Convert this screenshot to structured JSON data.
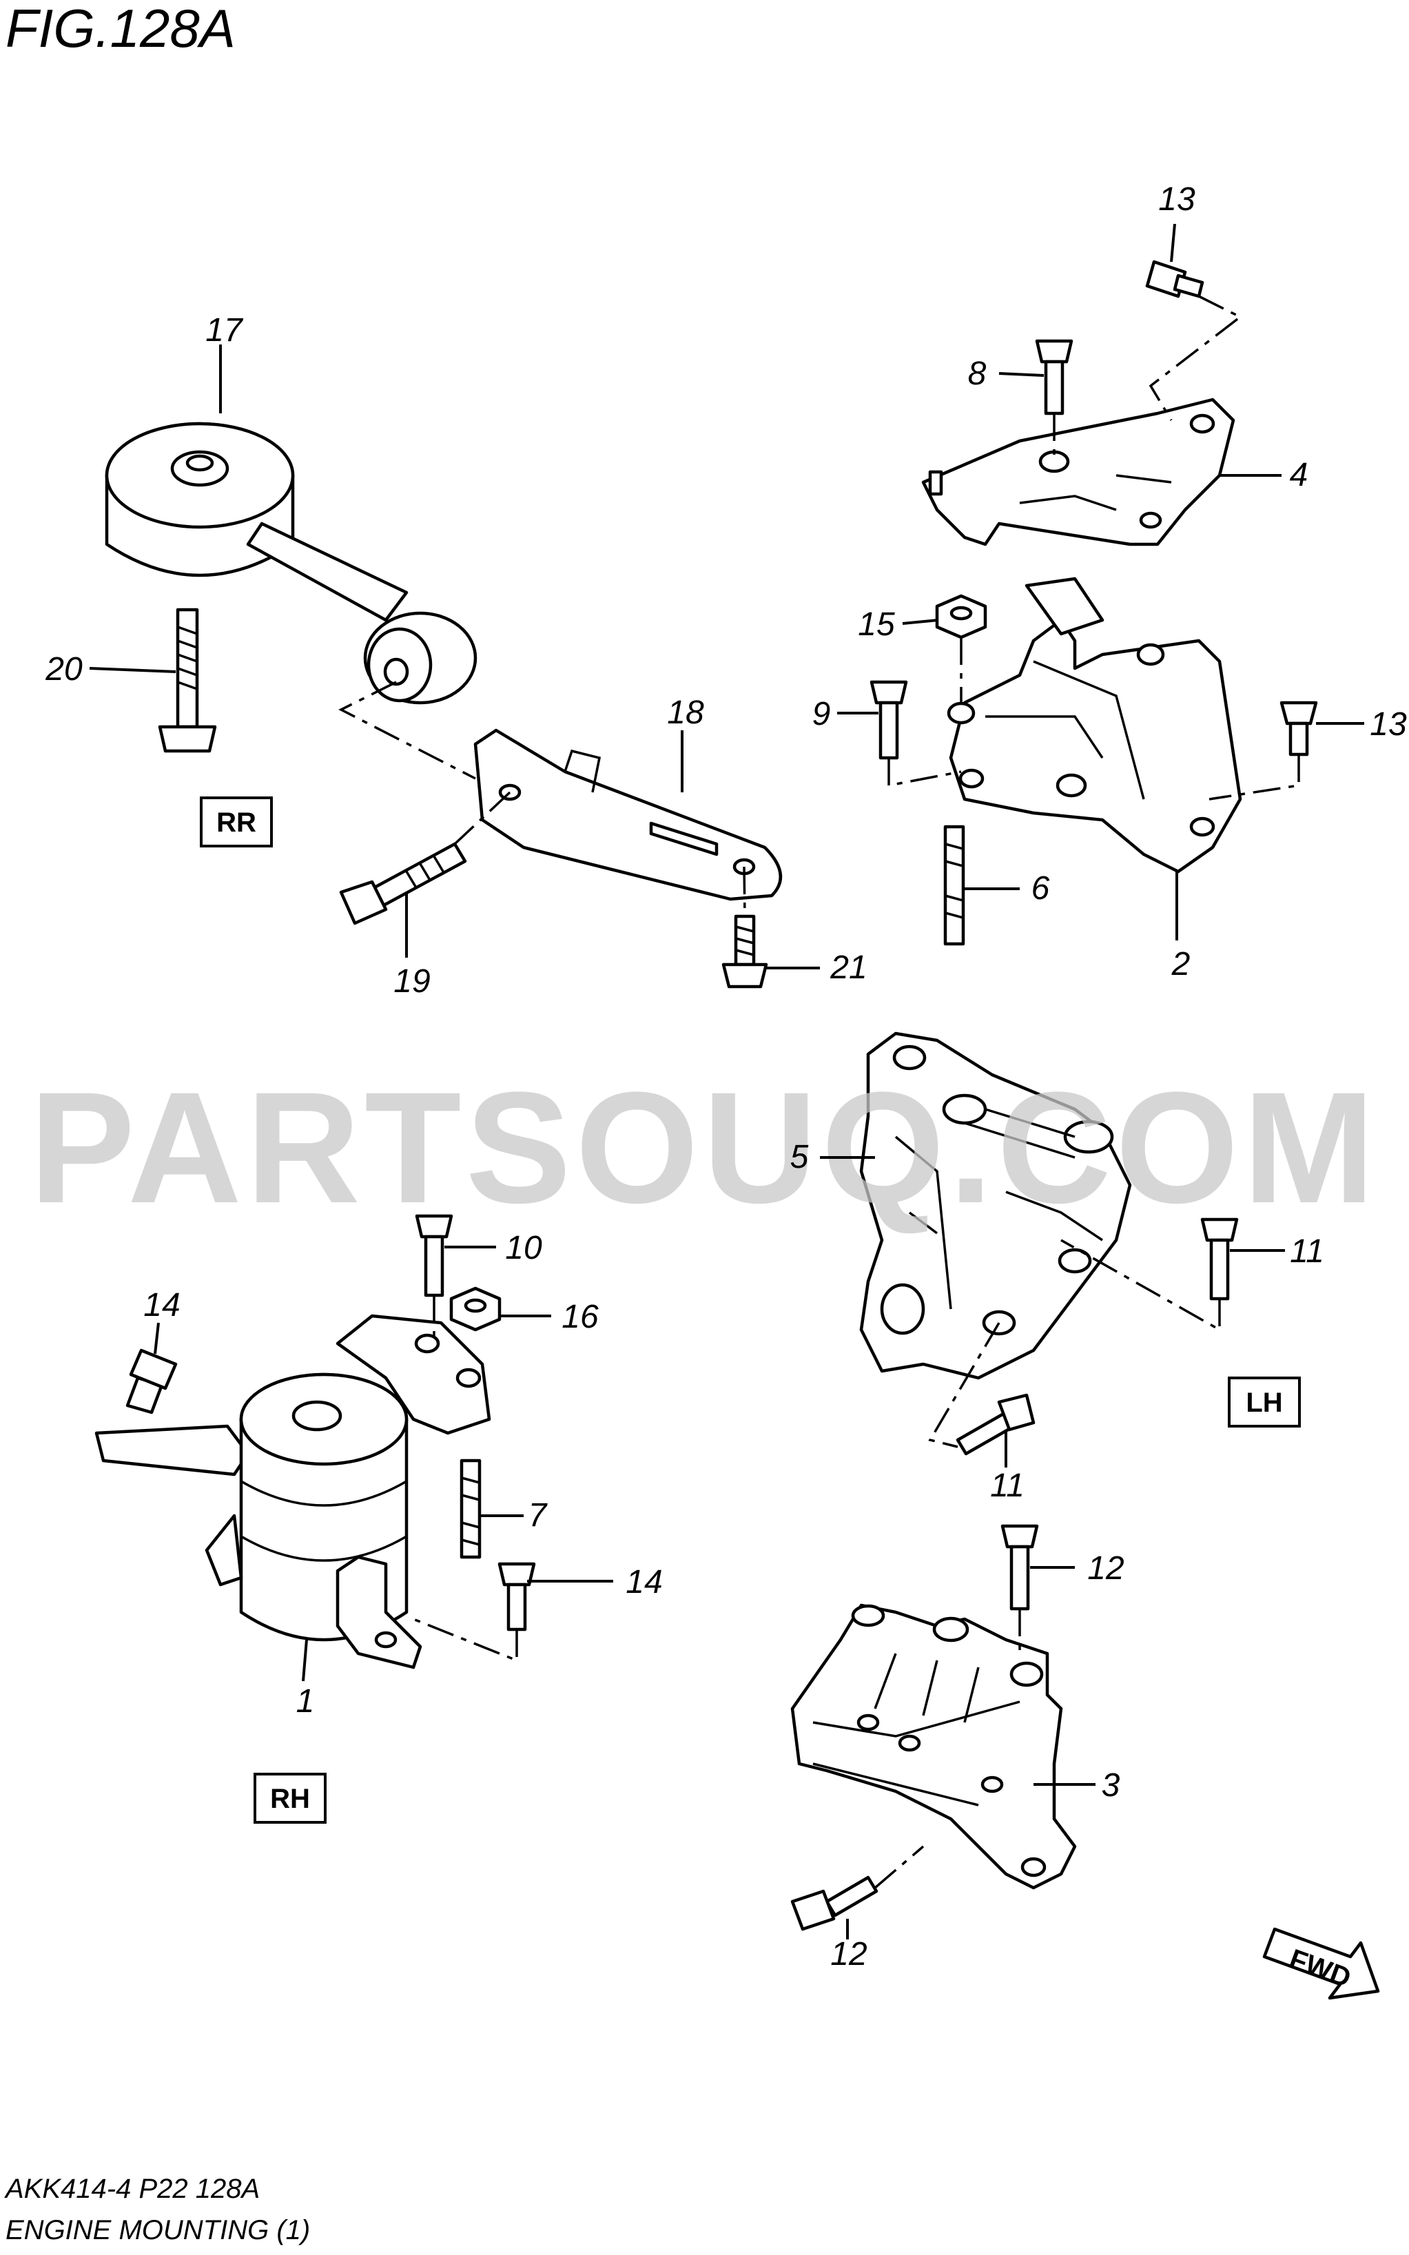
{
  "figure": {
    "title": "FIG.128A",
    "code": "AKK414-4 P22 128A",
    "caption": "ENGINE MOUNTING (1)"
  },
  "watermark": "PARTSOUQ.COM",
  "section_tags": [
    "RR",
    "LH",
    "RH"
  ],
  "direction_label": "FWD",
  "callouts": [
    "17",
    "20",
    "18",
    "19",
    "21",
    "13",
    "8",
    "4",
    "15",
    "9",
    "13",
    "6",
    "2",
    "5",
    "11",
    "11",
    "10",
    "16",
    "14",
    "7",
    "14",
    "1",
    "12",
    "3",
    "12"
  ]
}
